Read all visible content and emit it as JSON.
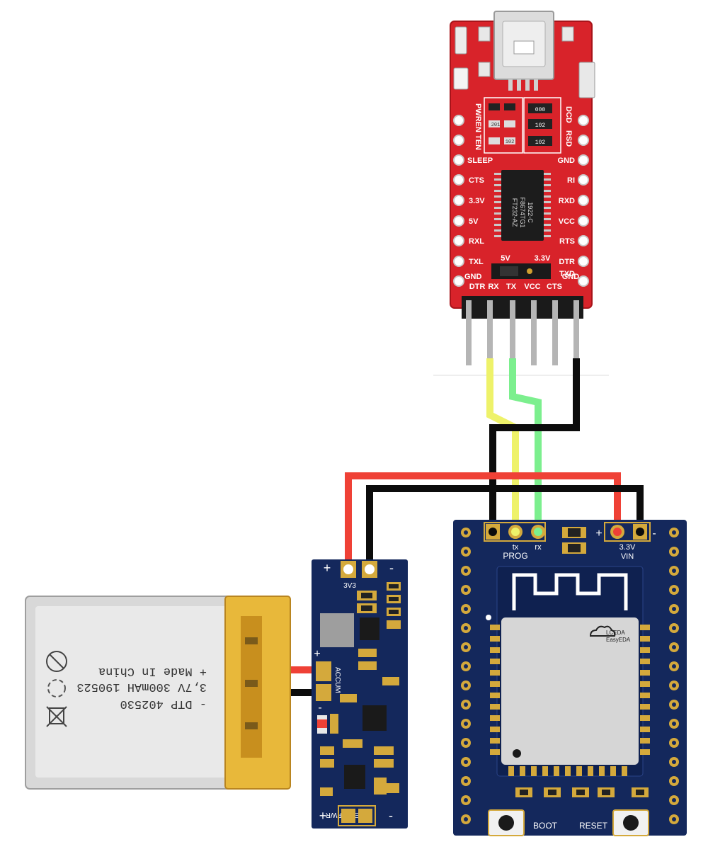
{
  "ftdi": {
    "left_pins": [
      "PWREN",
      "TEN",
      "SLEEP",
      "CTS",
      "3.3V",
      "5V",
      "RXL",
      "TXL",
      "GND"
    ],
    "right_pins": [
      "DCD",
      "RSD",
      "GND",
      "RI",
      "RXD",
      "VCC",
      "RTS",
      "DTR",
      "TXD"
    ],
    "bottom_labels": [
      "DTR",
      "RX",
      "TX",
      "VCC",
      "CTS",
      "GND"
    ],
    "jumper_left": "5V",
    "jumper_right": "3.3V",
    "chip_lines": [
      "1922-C",
      "F8674TG1",
      "FT232-AZ"
    ],
    "resistor_codes": [
      "000",
      "102",
      "102",
      "201",
      "102"
    ]
  },
  "charger": {
    "top_plus": "+",
    "top_minus": "-",
    "top_label": "3V3",
    "mid_plus": "+",
    "accum_label": "ACCUM",
    "mid_minus": "-",
    "ext_label": "EXT_PWR",
    "bottom_plus": "+",
    "bottom_minus": "-"
  },
  "battery": {
    "lines": [
      "- DTP 402530",
      "3,7V 300mAH 190523",
      "+ Made In China"
    ]
  },
  "esp": {
    "tx_label": "tx",
    "rx_label": "rx",
    "prog_label": "PROG",
    "plus": "+",
    "minus": "-",
    "v33_label": "3.3V",
    "vin_label": "VIN",
    "logo_line1": "LCEDA",
    "logo_line2": "EasyEDA",
    "boot_label": "BOOT",
    "reset_label": "RESET"
  },
  "wire_colors": {
    "red": "#ef4136",
    "black": "#0c0c0c",
    "yellow": "#eef26a",
    "green": "#7cef8e"
  }
}
